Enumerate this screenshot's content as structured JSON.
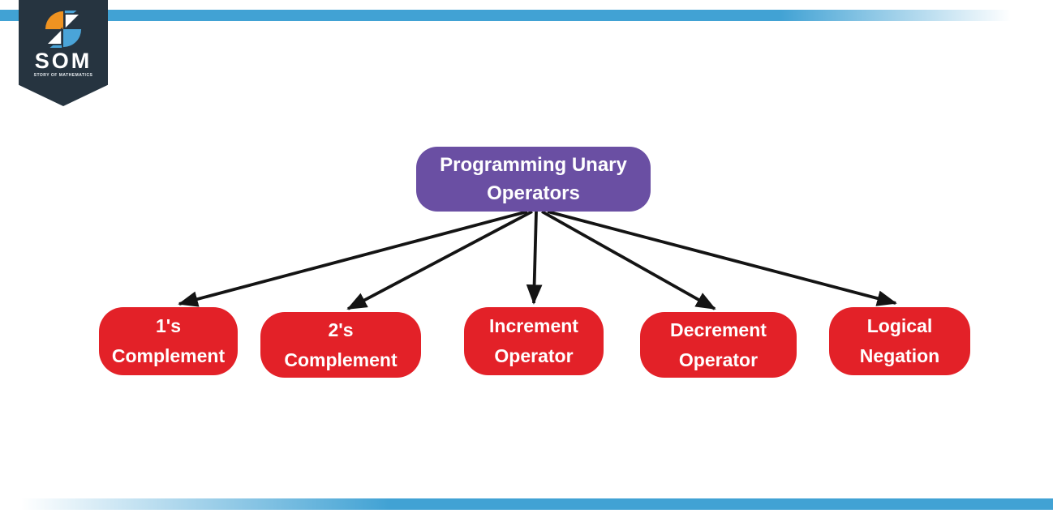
{
  "logo": {
    "acronym": "SOM",
    "tagline": "STORY OF MATHEMATICS"
  },
  "diagram": {
    "root": {
      "id": "root",
      "label": "Programming Unary\nOperators"
    },
    "children": [
      {
        "id": "ones-complement",
        "label": "1's\nComplement"
      },
      {
        "id": "twos-complement",
        "label": "2's\nComplement"
      },
      {
        "id": "increment-operator",
        "label": "Increment\nOperator"
      },
      {
        "id": "decrement-operator",
        "label": "Decrement\nOperator"
      },
      {
        "id": "logical-negation",
        "label": "Logical\nNegation"
      }
    ],
    "edges": [
      {
        "from": "root",
        "to": "ones-complement"
      },
      {
        "from": "root",
        "to": "twos-complement"
      },
      {
        "from": "root",
        "to": "increment-operator"
      },
      {
        "from": "root",
        "to": "decrement-operator"
      },
      {
        "from": "root",
        "to": "logical-negation"
      }
    ]
  },
  "colors": {
    "root_fill": "#6a4fa3",
    "child_fill": "#e32128",
    "node_text": "#ffffff",
    "bar_blue": "#41a2d4",
    "badge_navy": "#263440",
    "logo_orange": "#ef9321",
    "logo_blue": "#4aa4d8",
    "arrow": "#141414"
  }
}
